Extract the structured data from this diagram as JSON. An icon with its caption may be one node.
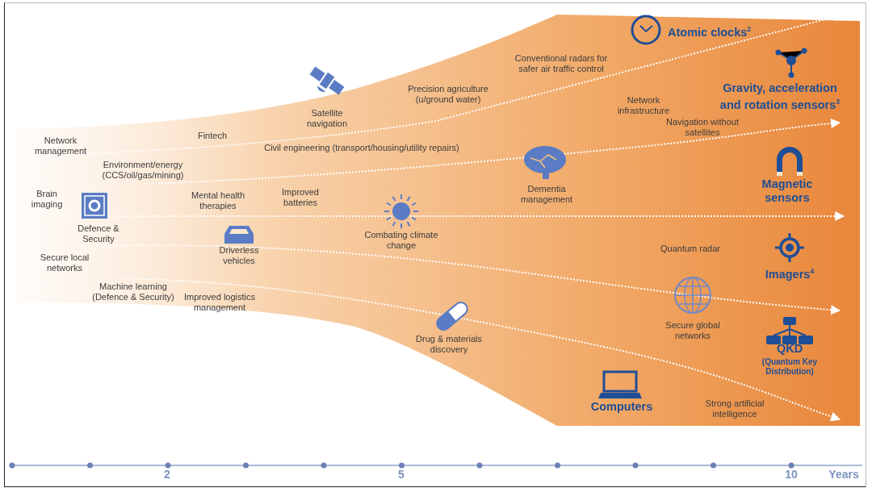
{
  "diagram": {
    "labels": [
      "Atomic clocks$^{2}$",
      "Conventional radars for safer air traffic control",
      "Precision agriculture (u/ground water)",
      "Gravity, acceleration and rotation sensors$^{3}$",
      "Network infrastructure",
      "Satellite navigation",
      "Navigation without satellites",
      "Fintech",
      "Network management",
      "Civil engineering (transport/housing/utility repairs)",
      "Environment/energy (CCS/oil/gas/mining)",
      "Brain imaging",
      "Mental health therapies",
      "Improved batteries",
      "Dementia management",
      "Magnetic sensors",
      "Defence & Security",
      "Combating climate change",
      "Driverless vehicles",
      "Quantum radar",
      "Secure local networks",
      "Imagers$^{4}$",
      "Machine learning (Defence & Security)",
      "Improved logistics management",
      "Secure global networks",
      "Drug & materials discovery",
      "QKD",
      "(Quantum Key Distribution)",
      "Computers",
      "Strong artificial intelligence",
      "2",
      "5",
      "10",
      "Years"
    ]
  }
}
